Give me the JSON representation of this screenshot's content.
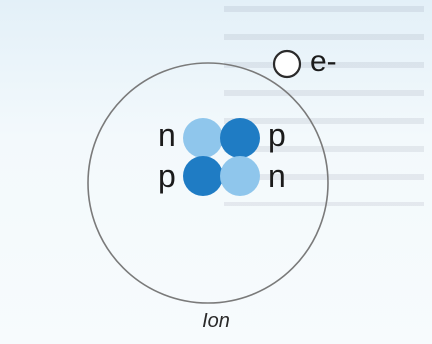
{
  "diagram": {
    "nucleus_labels": {
      "top_left": "n",
      "top_right": "p",
      "bottom_left": "p",
      "bottom_right": "n"
    },
    "electron_label": "e-",
    "caption": "Ion"
  },
  "colors": {
    "proton": "#1f7cc4",
    "neutron": "#8fc6ec",
    "orbit": "#7a7a7a",
    "electron": "#2b2b2b"
  }
}
